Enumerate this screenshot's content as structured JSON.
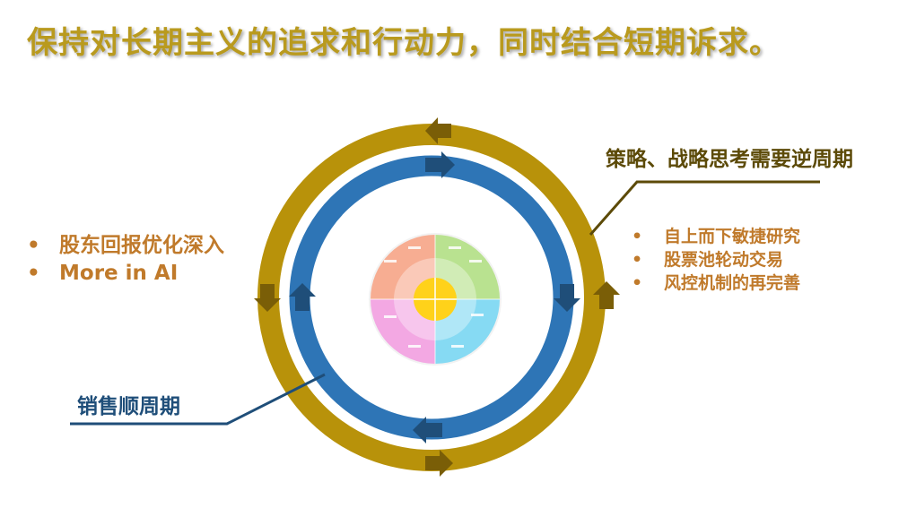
{
  "title": "保持对长期主义的追求和行动力，同时结合短期诉求。",
  "labels": {
    "outer_cycle": "策略、战略思考需要逆周期",
    "inner_cycle": "销售顺周期"
  },
  "left_bullets": [
    "股东回报优化深入",
    "More in AI"
  ],
  "right_bullets": [
    "自上而下敏捷研究",
    "股票池轮动交易",
    "风控机制的再完善"
  ],
  "colors": {
    "title": "#B99A1E",
    "outer_ring": "#B8920A",
    "inner_ring": "#2E75B6",
    "outer_arrow": "#7A5E07",
    "inner_arrow": "#1F4E79",
    "bullet_text": "#C07A2B"
  }
}
